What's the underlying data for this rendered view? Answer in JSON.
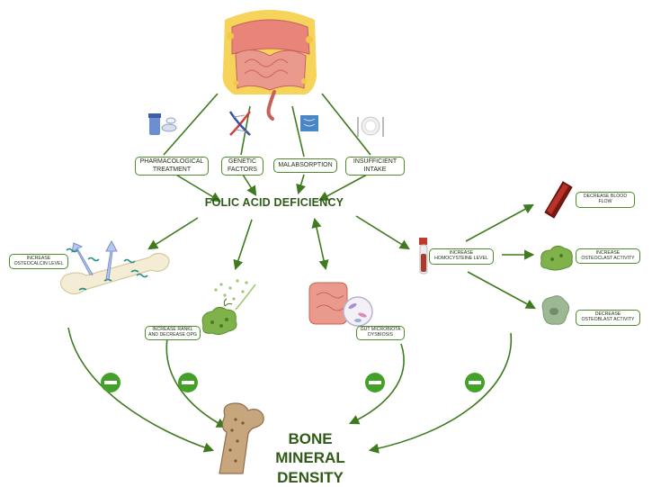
{
  "diagram": {
    "center_title": "FOLIC ACID DEFICIENCY",
    "outcome_title": "BONE MINERAL\nDENSITY",
    "causes": [
      {
        "label": "PHARMACOLOGICAL\nTREATMENT",
        "icon": "pill-bottle-icon"
      },
      {
        "label": "GENETIC\nFACTORS",
        "icon": "dna-icon"
      },
      {
        "label": "MALABSORPTION",
        "icon": "intestine-icon"
      },
      {
        "label": "INSUFFICIENT\nINTAKE",
        "icon": "plate-icon"
      }
    ],
    "effects": [
      {
        "label": "INCREASE\nOSTEOCALCIN LEVEL",
        "icon": "bone-icon"
      },
      {
        "label": "INCREASE RANKL\nAND DECREASE OPG",
        "icon": "osteoclast-icon"
      },
      {
        "label": "GUT MICROBIOTA\nDYSBIOSIS",
        "icon": "gut-bacteria-icon"
      },
      {
        "label": "INCREASE\nHOMOCYSTEINE LEVEL",
        "icon": "blood-tube-icon"
      }
    ],
    "homocysteine_effects": [
      {
        "label": "DECREASE BLOOD\nFLOW",
        "icon": "blood-vessel-icon"
      },
      {
        "label": "INCREASE\nOSTEOCLAST ACTIVITY",
        "icon": "osteoclast-cell-icon"
      },
      {
        "label": "DECREASE\nOSTEOBLAST ACTIVITY",
        "icon": "osteoblast-cell-icon"
      }
    ],
    "inhibition_symbol": "minus-circle-icon",
    "colors": {
      "arrow": "#3f7a1f",
      "box_border": "#4f8a2b",
      "title": "#2f5a17",
      "minus_badge": "#43a12a",
      "intestine": "#e89a8c",
      "fat": "#f6d35a"
    }
  }
}
